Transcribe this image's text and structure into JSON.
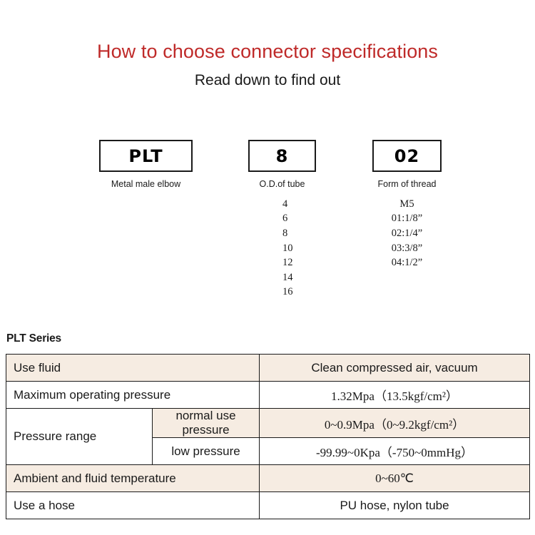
{
  "header": {
    "title": "How to choose connector specifications",
    "subtitle": "Read down to find out",
    "title_color": "#bf2a29"
  },
  "code_diagram": {
    "groups": [
      {
        "key": "series",
        "code": "PLT",
        "caption": "Metal male elbow",
        "options": []
      },
      {
        "key": "od",
        "code": "8",
        "caption": "O.D.of tube",
        "options": [
          "4",
          "6",
          "8",
          "10",
          "12",
          "14",
          "16"
        ]
      },
      {
        "key": "thread",
        "code": "02",
        "caption": "Form of thread",
        "options": [
          "M5",
          "01:1/8”",
          "02:1/4”",
          "03:3/8”",
          "04:1/2”"
        ]
      }
    ]
  },
  "spec_table": {
    "series_label": "PLT Series",
    "shade_color": "#f6ece2",
    "rows": [
      {
        "label": "Use fluid",
        "sublabel": null,
        "value": "Clean compressed air, vacuum",
        "shaded": true,
        "value_style": "big"
      },
      {
        "label": "Maximum operating pressure",
        "sublabel": null,
        "value": "1.32Mpa（13.5kgf/cm²）",
        "shaded": false,
        "value_style": "serif"
      },
      {
        "label": "Pressure range",
        "sublabel": "normal use pressure",
        "value": "0~0.9Mpa（0~9.2kgf/cm²）",
        "shaded": true,
        "value_style": "serif"
      },
      {
        "label": null,
        "sublabel": "low pressure",
        "value": "-99.99~0Kpa（-750~0mmHg）",
        "shaded": false,
        "value_style": "serif"
      },
      {
        "label": "Ambient and fluid temperature",
        "sublabel": null,
        "value": "0~60℃",
        "shaded": true,
        "value_style": "serif"
      },
      {
        "label": "Use a hose",
        "sublabel": null,
        "value": "PU hose, nylon tube",
        "shaded": false,
        "value_style": "big"
      }
    ]
  }
}
